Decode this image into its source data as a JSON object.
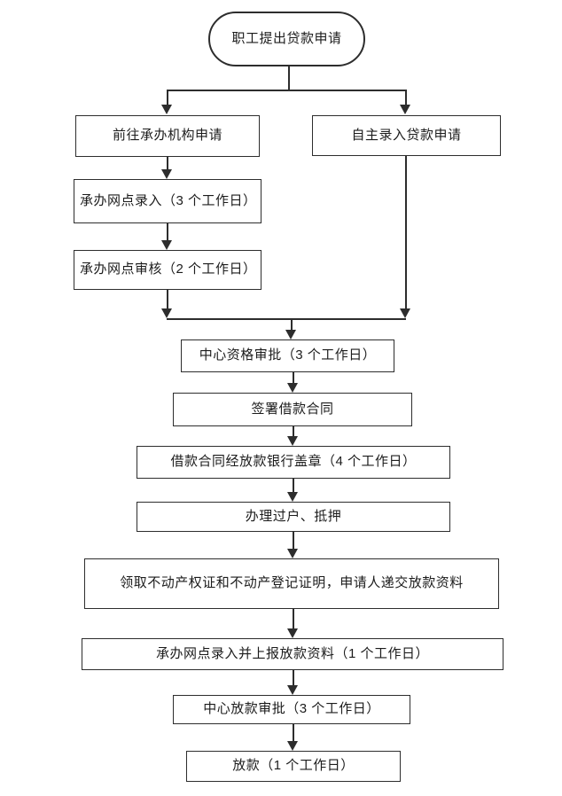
{
  "flowchart": {
    "start": {
      "label": "职工提出贷款申请"
    },
    "branch_left": [
      {
        "label": "前往承办机构申请"
      },
      {
        "label": "承办网点录入（3 个工作日）"
      },
      {
        "label": "承办网点审核（2 个工作日）"
      }
    ],
    "branch_right": [
      {
        "label": "自主录入贷款申请"
      }
    ],
    "main": [
      {
        "label": "中心资格审批（3 个工作日）"
      },
      {
        "label": "签署借款合同"
      },
      {
        "label": "借款合同经放款银行盖章（4 个工作日）"
      },
      {
        "label": "办理过户、抵押"
      },
      {
        "label": "领取不动产权证和不动产登记证明，申请人递交放款资料"
      },
      {
        "label": "承办网点录入并上报放款资料（1 个工作日）"
      },
      {
        "label": "中心放款审批（3 个工作日）"
      },
      {
        "label": "放款（1 个工作日）"
      }
    ]
  },
  "colors": {
    "line": "#2d2d2d",
    "text": "#1c1c1c",
    "bg": "#ffffff"
  }
}
